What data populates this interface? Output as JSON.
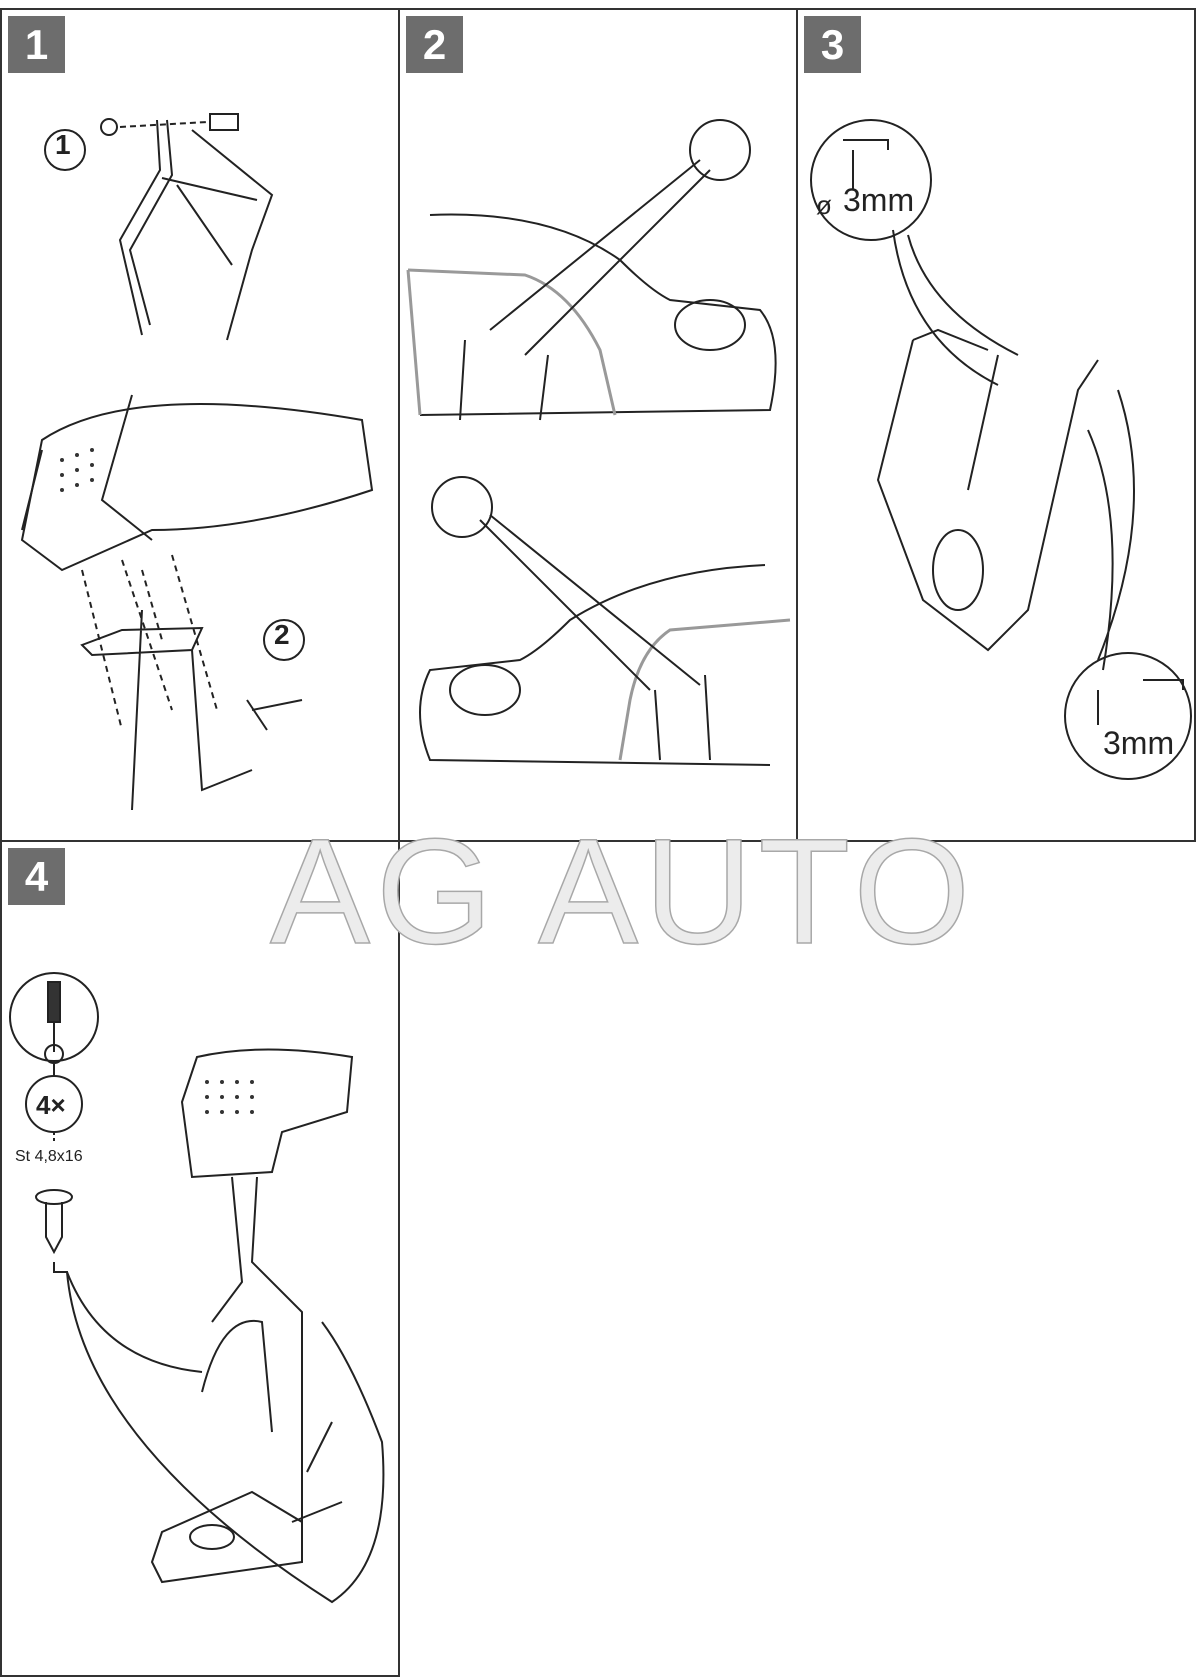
{
  "steps": [
    {
      "number": "1",
      "callouts": [
        "1",
        "2"
      ]
    },
    {
      "number": "2"
    },
    {
      "number": "3",
      "drill_labels": [
        "ø",
        "3mm",
        "3mm"
      ]
    },
    {
      "number": "4",
      "quantity": "4×",
      "screw_spec": "St 4,8x16"
    }
  ],
  "watermark": "AG AUTO"
}
